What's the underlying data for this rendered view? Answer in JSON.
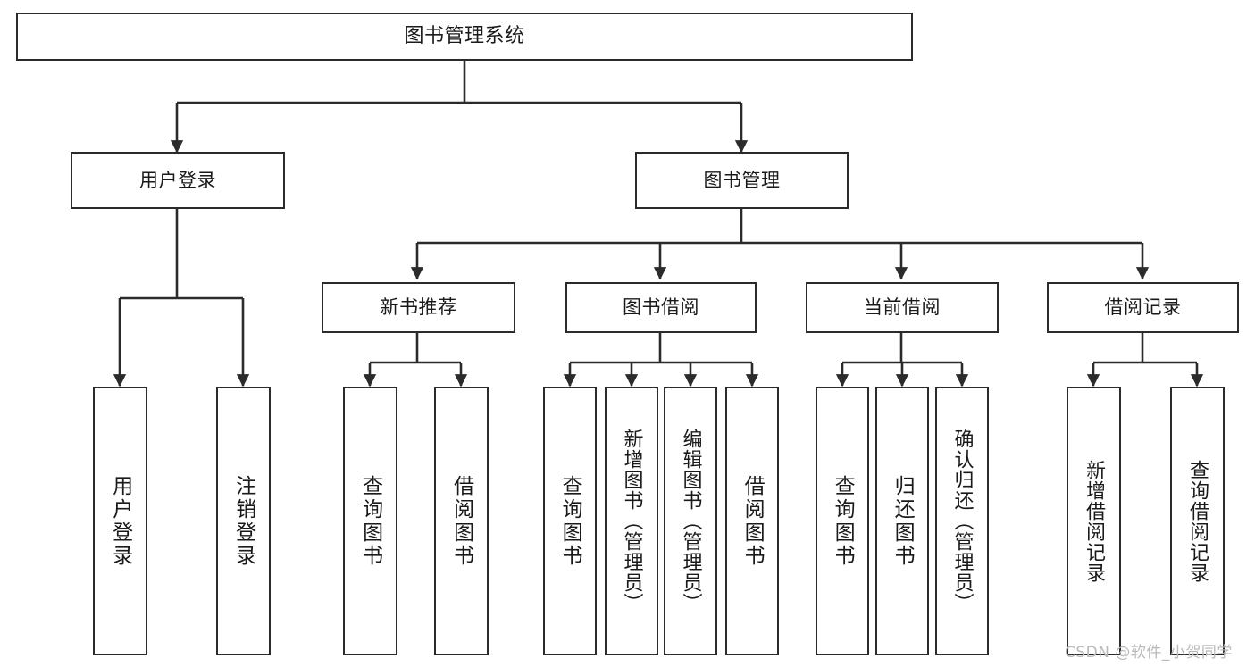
{
  "diagram": {
    "type": "tree-hierarchy",
    "title": "图书管理系统",
    "orientation": "top-down",
    "colors": {
      "node_border": "#2b2b2b",
      "node_fill": "#ffffff",
      "edge": "#2b2b2b",
      "text": "#1a1a1a",
      "watermark": "#b9b9b9",
      "background": "#ffffff"
    }
  },
  "nodes": {
    "root": {
      "label": "图书管理系统",
      "level": 0
    },
    "level1": [
      {
        "id": "user-login",
        "label": "用户登录"
      },
      {
        "id": "book-manage",
        "label": "图书管理"
      }
    ],
    "level2": [
      {
        "id": "new-book-recommend",
        "label": "新书推荐",
        "parent": "book-manage"
      },
      {
        "id": "book-borrow",
        "label": "图书借阅",
        "parent": "book-manage"
      },
      {
        "id": "current-borrow",
        "label": "当前借阅",
        "parent": "book-manage"
      },
      {
        "id": "borrow-record",
        "label": "借阅记录",
        "parent": "book-manage"
      }
    ],
    "leaves": [
      {
        "id": "leaf-user-login",
        "label": "用户登录",
        "parent": "user-login"
      },
      {
        "id": "leaf-user-logout",
        "label": "注销登录",
        "parent": "user-login"
      },
      {
        "id": "leaf-query-book-1",
        "label": "查询图书",
        "parent": "new-book-recommend"
      },
      {
        "id": "leaf-borrow-book-1",
        "label": "借阅图书",
        "parent": "new-book-recommend"
      },
      {
        "id": "leaf-query-book-2",
        "label": "查询图书",
        "parent": "book-borrow"
      },
      {
        "id": "leaf-add-book",
        "label": "新增图书（管理员）",
        "parent": "book-borrow"
      },
      {
        "id": "leaf-edit-book",
        "label": "编辑图书（管理员）",
        "parent": "book-borrow"
      },
      {
        "id": "leaf-borrow-book-2",
        "label": "借阅图书",
        "parent": "book-borrow"
      },
      {
        "id": "leaf-query-book-3",
        "label": "查询图书",
        "parent": "current-borrow"
      },
      {
        "id": "leaf-return-book",
        "label": "归还图书",
        "parent": "current-borrow"
      },
      {
        "id": "leaf-confirm-return",
        "label": "确认归还（管理员）",
        "parent": "current-borrow"
      },
      {
        "id": "leaf-add-record",
        "label": "新增借阅记录",
        "parent": "borrow-record"
      },
      {
        "id": "leaf-query-record",
        "label": "查询借阅记录",
        "parent": "borrow-record"
      }
    ]
  },
  "watermark": {
    "text": "CSDN @软件_小贺同学"
  }
}
